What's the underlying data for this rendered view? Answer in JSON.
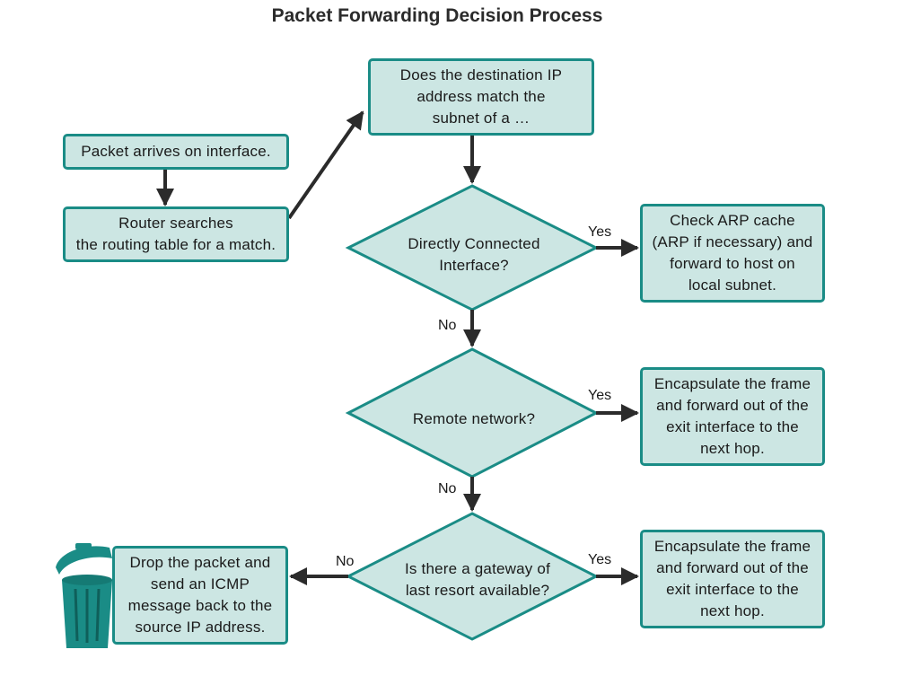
{
  "title": "Packet Forwarding Decision Process",
  "colors": {
    "box_fill": "#cce6e3",
    "box_border": "#1a8c86",
    "arrow": "#2b2b2b",
    "trash": "#1a8c86"
  },
  "nodes": {
    "packet_arrives": "Packet arrives on interface.",
    "router_search": {
      "line1": "Router searches",
      "line2": "the routing table for a match."
    },
    "dest_match": {
      "line1": "Does the destination IP",
      "line2": "address match the",
      "line3": "subnet of a …"
    },
    "decision_direct": {
      "line1": "Directly Connected",
      "line2": "Interface?"
    },
    "decision_remote": "Remote network?",
    "decision_gateway": {
      "line1": "Is there a gateway of",
      "line2": "last resort available?"
    },
    "arp_check": {
      "line1": "Check ARP cache",
      "line2": "(ARP if necessary) and",
      "line3": "forward to host on",
      "line4": "local subnet."
    },
    "encap_1": {
      "line1": "Encapsulate the frame",
      "line2": "and forward out of the",
      "line3": "exit interface to the",
      "line4": "next hop."
    },
    "encap_2": {
      "line1": "Encapsulate the frame",
      "line2": "and forward out of the",
      "line3": "exit interface to the",
      "line4": "next hop."
    },
    "drop": {
      "line1": "Drop the packet and",
      "line2": "send an ICMP",
      "line3": "message back to the",
      "line4": "source IP address."
    }
  },
  "edge_labels": {
    "yes_direct": "Yes",
    "no_direct": "No",
    "yes_remote": "Yes",
    "no_remote": "No",
    "yes_gateway": "Yes",
    "no_gateway": "No"
  },
  "icons": {
    "trash": "trash-can-icon"
  }
}
